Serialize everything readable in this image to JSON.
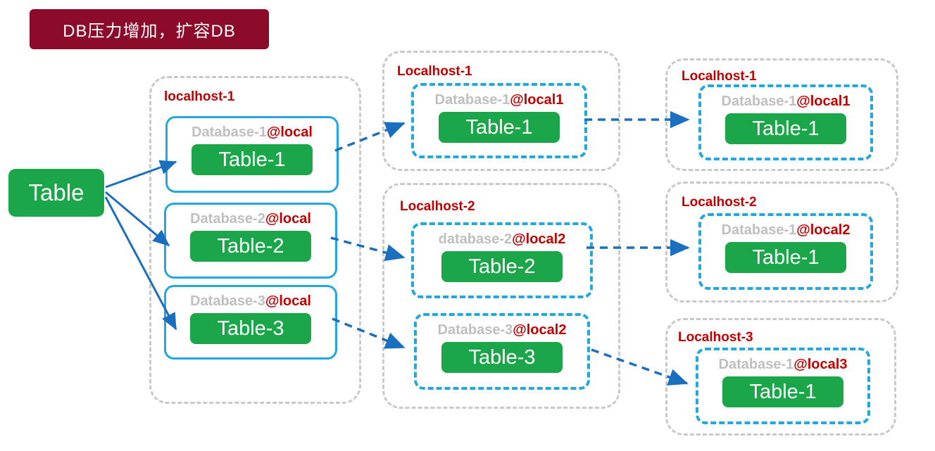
{
  "banner": {
    "text": "DB压力增加，扩容DB"
  },
  "colors": {
    "banner_bg": "#8C0B2A",
    "green": "#1BA64A",
    "cyan_border": "#22A7E0",
    "arrow_blue": "#1B6FBF",
    "red_text": "#C00000",
    "gray_text": "#BFBFBF",
    "container_border": "#C9C9C9"
  },
  "source_table": {
    "label": "Table"
  },
  "hosts": {
    "left": {
      "label": "localhost-1",
      "databases": [
        {
          "name": "Database-1",
          "at": "@local",
          "table": "Table-1"
        },
        {
          "name": "Database-2",
          "at": "@local",
          "table": "Table-2"
        },
        {
          "name": "Database-3",
          "at": "@local",
          "table": "Table-3"
        }
      ]
    },
    "middle": [
      {
        "label": "Localhost-1",
        "databases": [
          {
            "name": "Database-1",
            "at": "@local1",
            "table": "Table-1"
          }
        ]
      },
      {
        "label": "Localhost-2",
        "databases": [
          {
            "name": "database-2",
            "at": "@local2",
            "table": "Table-2"
          },
          {
            "name": "Database-3",
            "at": "@local2",
            "table": "Table-3"
          }
        ]
      }
    ],
    "right": [
      {
        "label": "Localhost-1",
        "databases": [
          {
            "name": "Database-1",
            "at": "@local1",
            "table": "Table-1"
          }
        ]
      },
      {
        "label": "Localhost-2",
        "databases": [
          {
            "name": "Database-1",
            "at": "@local2",
            "table": "Table-1"
          }
        ]
      },
      {
        "label": "Localhost-3",
        "databases": [
          {
            "name": "Database-1",
            "at": "@local3",
            "table": "Table-1"
          }
        ]
      }
    ]
  }
}
